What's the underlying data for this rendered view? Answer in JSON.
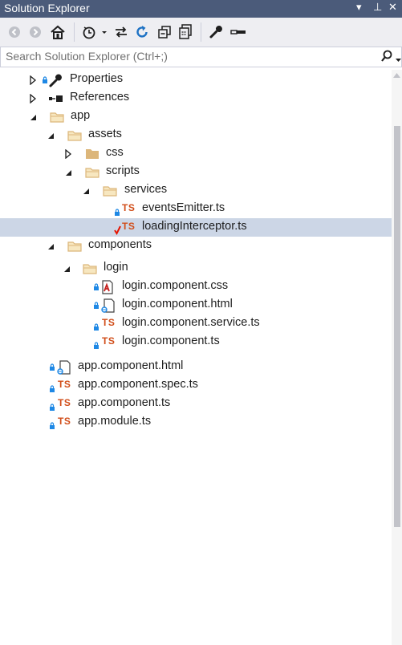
{
  "window": {
    "title": "Solution Explorer",
    "controls": {
      "dropdown": "▾",
      "pin": "⊥",
      "close": "✕"
    }
  },
  "search": {
    "placeholder": "Search Solution Explorer (Ctrl+;)"
  },
  "tree": {
    "ts_badge": "TS",
    "items": [
      {
        "label": "Properties"
      },
      {
        "label": "References"
      },
      {
        "label": "app"
      },
      {
        "label": "assets"
      },
      {
        "label": "css"
      },
      {
        "label": "scripts"
      },
      {
        "label": "services"
      },
      {
        "label": "eventsEmitter.ts"
      },
      {
        "label": "loadingInterceptor.ts"
      },
      {
        "label": "components"
      },
      {
        "label": "login"
      },
      {
        "label": "login.component.css"
      },
      {
        "label": "login.component.html"
      },
      {
        "label": "login.component.service.ts"
      },
      {
        "label": "login.component.ts"
      },
      {
        "label": "app.component.html"
      },
      {
        "label": "app.component.spec.ts"
      },
      {
        "label": "app.component.ts"
      },
      {
        "label": "app.module.ts"
      }
    ]
  },
  "colors": {
    "titlebar": "#4b5b7a",
    "toolbar": "#eeeef2",
    "selection": "#ccd6e6",
    "ts_orange": "#d14e1a",
    "folder": "#dcb67a",
    "lock_blue": "#1e88e5",
    "check_red": "#e51400"
  }
}
